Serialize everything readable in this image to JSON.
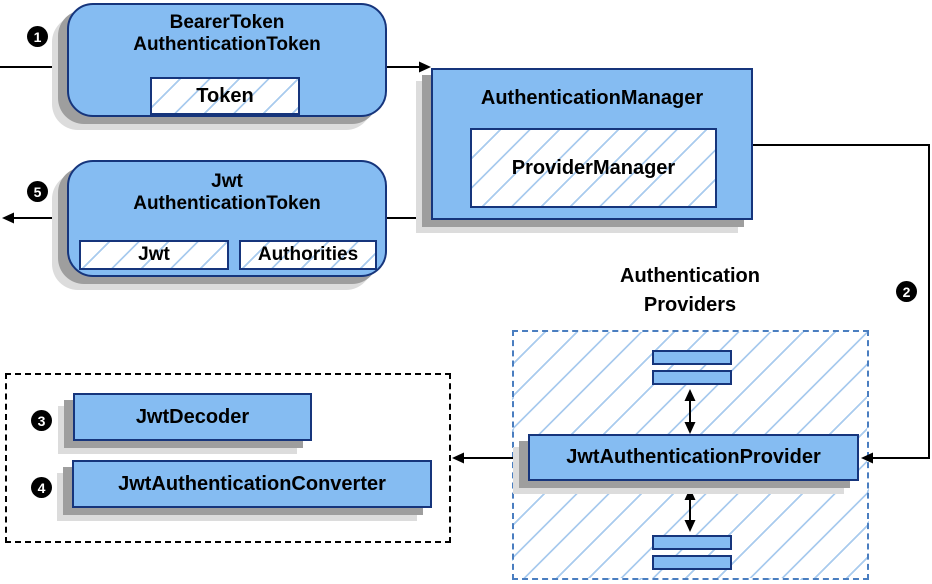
{
  "badges": {
    "step1": "1",
    "step2": "2",
    "step3": "3",
    "step4": "4",
    "step5": "5"
  },
  "nodes": {
    "bearer_token": {
      "title_line1": "BearerToken",
      "title_line2": "AuthenticationToken",
      "field": "Token"
    },
    "authentication_manager": {
      "title": "AuthenticationManager",
      "implementation": "ProviderManager"
    },
    "jwt_authentication_token": {
      "title_line1": "Jwt",
      "title_line2": "AuthenticationToken",
      "field1": "Jwt",
      "field2": "Authorities"
    },
    "authentication_providers": {
      "label_line1": "Authentication",
      "label_line2": "Providers"
    },
    "jwt_authentication_provider": {
      "title": "JwtAuthenticationProvider"
    },
    "jwt_decoder": {
      "title": "JwtDecoder"
    },
    "jwt_authentication_converter": {
      "title": "JwtAuthenticationConverter"
    }
  },
  "colors": {
    "node_fill": "#85BCF2",
    "node_border": "#16357C",
    "hatch_line": "#A9CBEE",
    "providers_dash_border": "#4A7EC0",
    "converters_dash_border": "#000000",
    "shadow_dark": "#9E9E9E",
    "shadow_light": "#DCDCDC",
    "connector": "#000000",
    "badge_bg": "#000000",
    "badge_text": "#FFFFFF"
  }
}
